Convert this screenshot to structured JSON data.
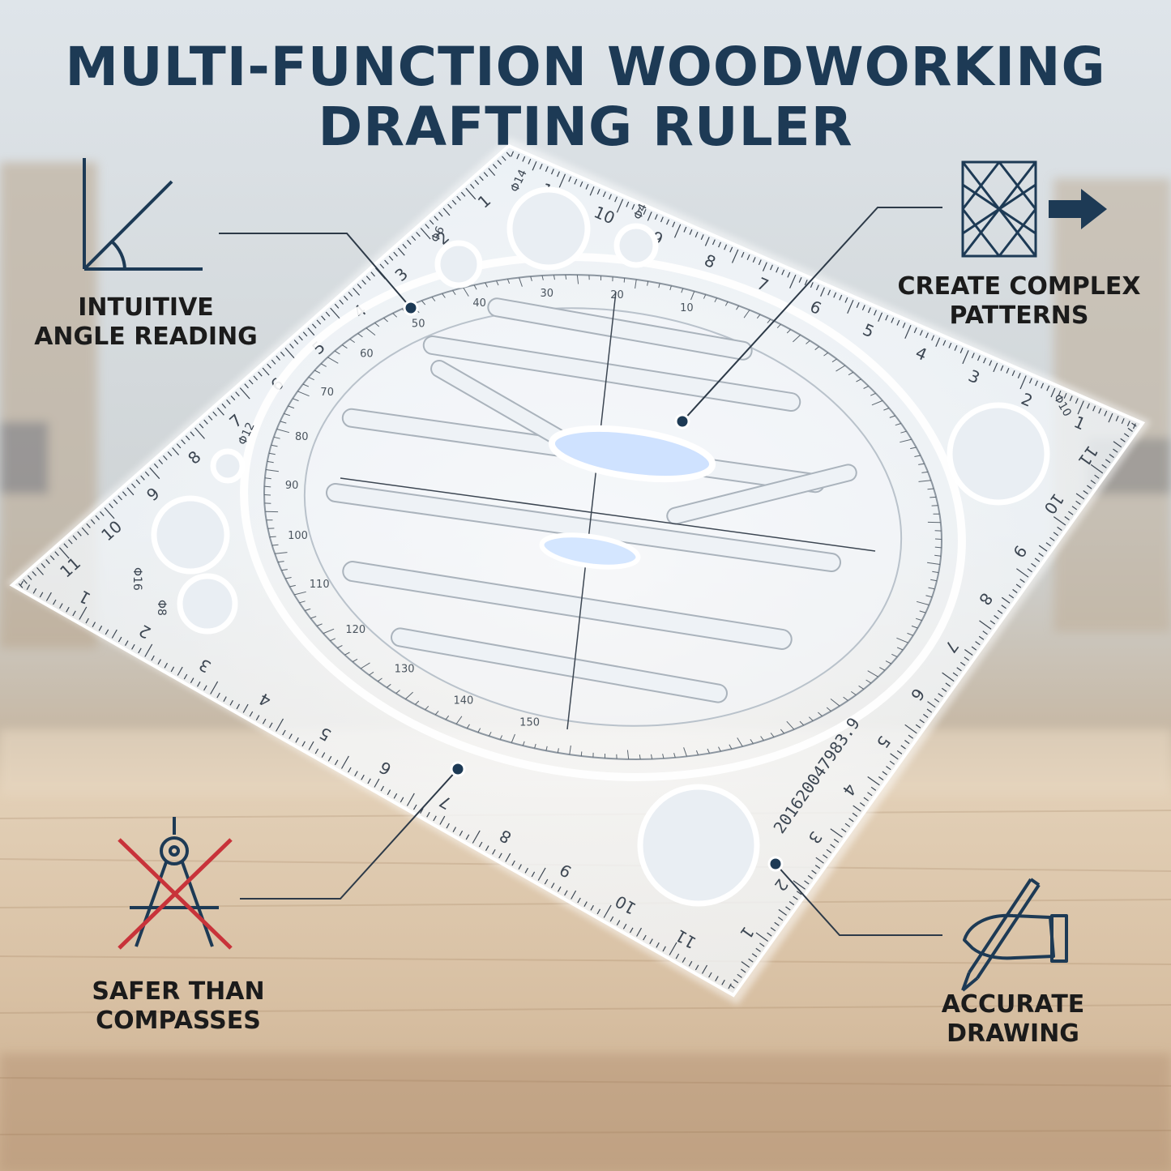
{
  "title": {
    "line1": "MULTI-FUNCTION WOODWORKING",
    "line2": "DRAFTING RULER"
  },
  "colors": {
    "title": "#1d3a55",
    "icon": "#1d3a55",
    "callout_line": "#2d3a48",
    "cross": "#c8333a",
    "label": "#1b1b1b",
    "ruler_marks": "#3c4652"
  },
  "features": [
    {
      "id": "angle",
      "icon": "angle-icon",
      "lines": [
        "INTUITIVE",
        "ANGLE READING"
      ]
    },
    {
      "id": "patterns",
      "icon": "pattern-grid-icon",
      "lines": [
        "CREATE COMPLEX",
        "PATTERNS"
      ]
    },
    {
      "id": "safer",
      "icon": "crossed-compass-icon",
      "lines": [
        "SAFER THAN",
        "COMPASSES"
      ]
    },
    {
      "id": "accurate",
      "icon": "hand-pencil-icon",
      "lines": [
        "ACCURATE",
        "DRAWING"
      ]
    }
  ],
  "ruler": {
    "edge_numbers_top": [
      "11",
      "10",
      "9",
      "8",
      "7",
      "6",
      "5",
      "4",
      "3",
      "2",
      "1"
    ],
    "edge_numbers_right": [
      "11",
      "10",
      "9",
      "8",
      "7",
      "6",
      "5",
      "4",
      "3",
      "2",
      "1"
    ],
    "edge_numbers_bottom": [
      "11",
      "10",
      "9",
      "8",
      "7",
      "6",
      "5",
      "4",
      "3",
      "2",
      "1"
    ],
    "edge_numbers_left": [
      "11",
      "10",
      "9",
      "8",
      "7",
      "6",
      "5",
      "4",
      "3",
      "2",
      "1"
    ],
    "protractor_labels": [
      "10",
      "20",
      "30",
      "40",
      "50",
      "60",
      "70",
      "80",
      "90",
      "100",
      "110",
      "120",
      "130",
      "140",
      "150"
    ],
    "hole_labels": [
      "Φ14",
      "Φ6",
      "Φ4",
      "Φ12",
      "Φ16",
      "Φ8",
      "Φ10"
    ],
    "serial": "201620047983.9"
  }
}
